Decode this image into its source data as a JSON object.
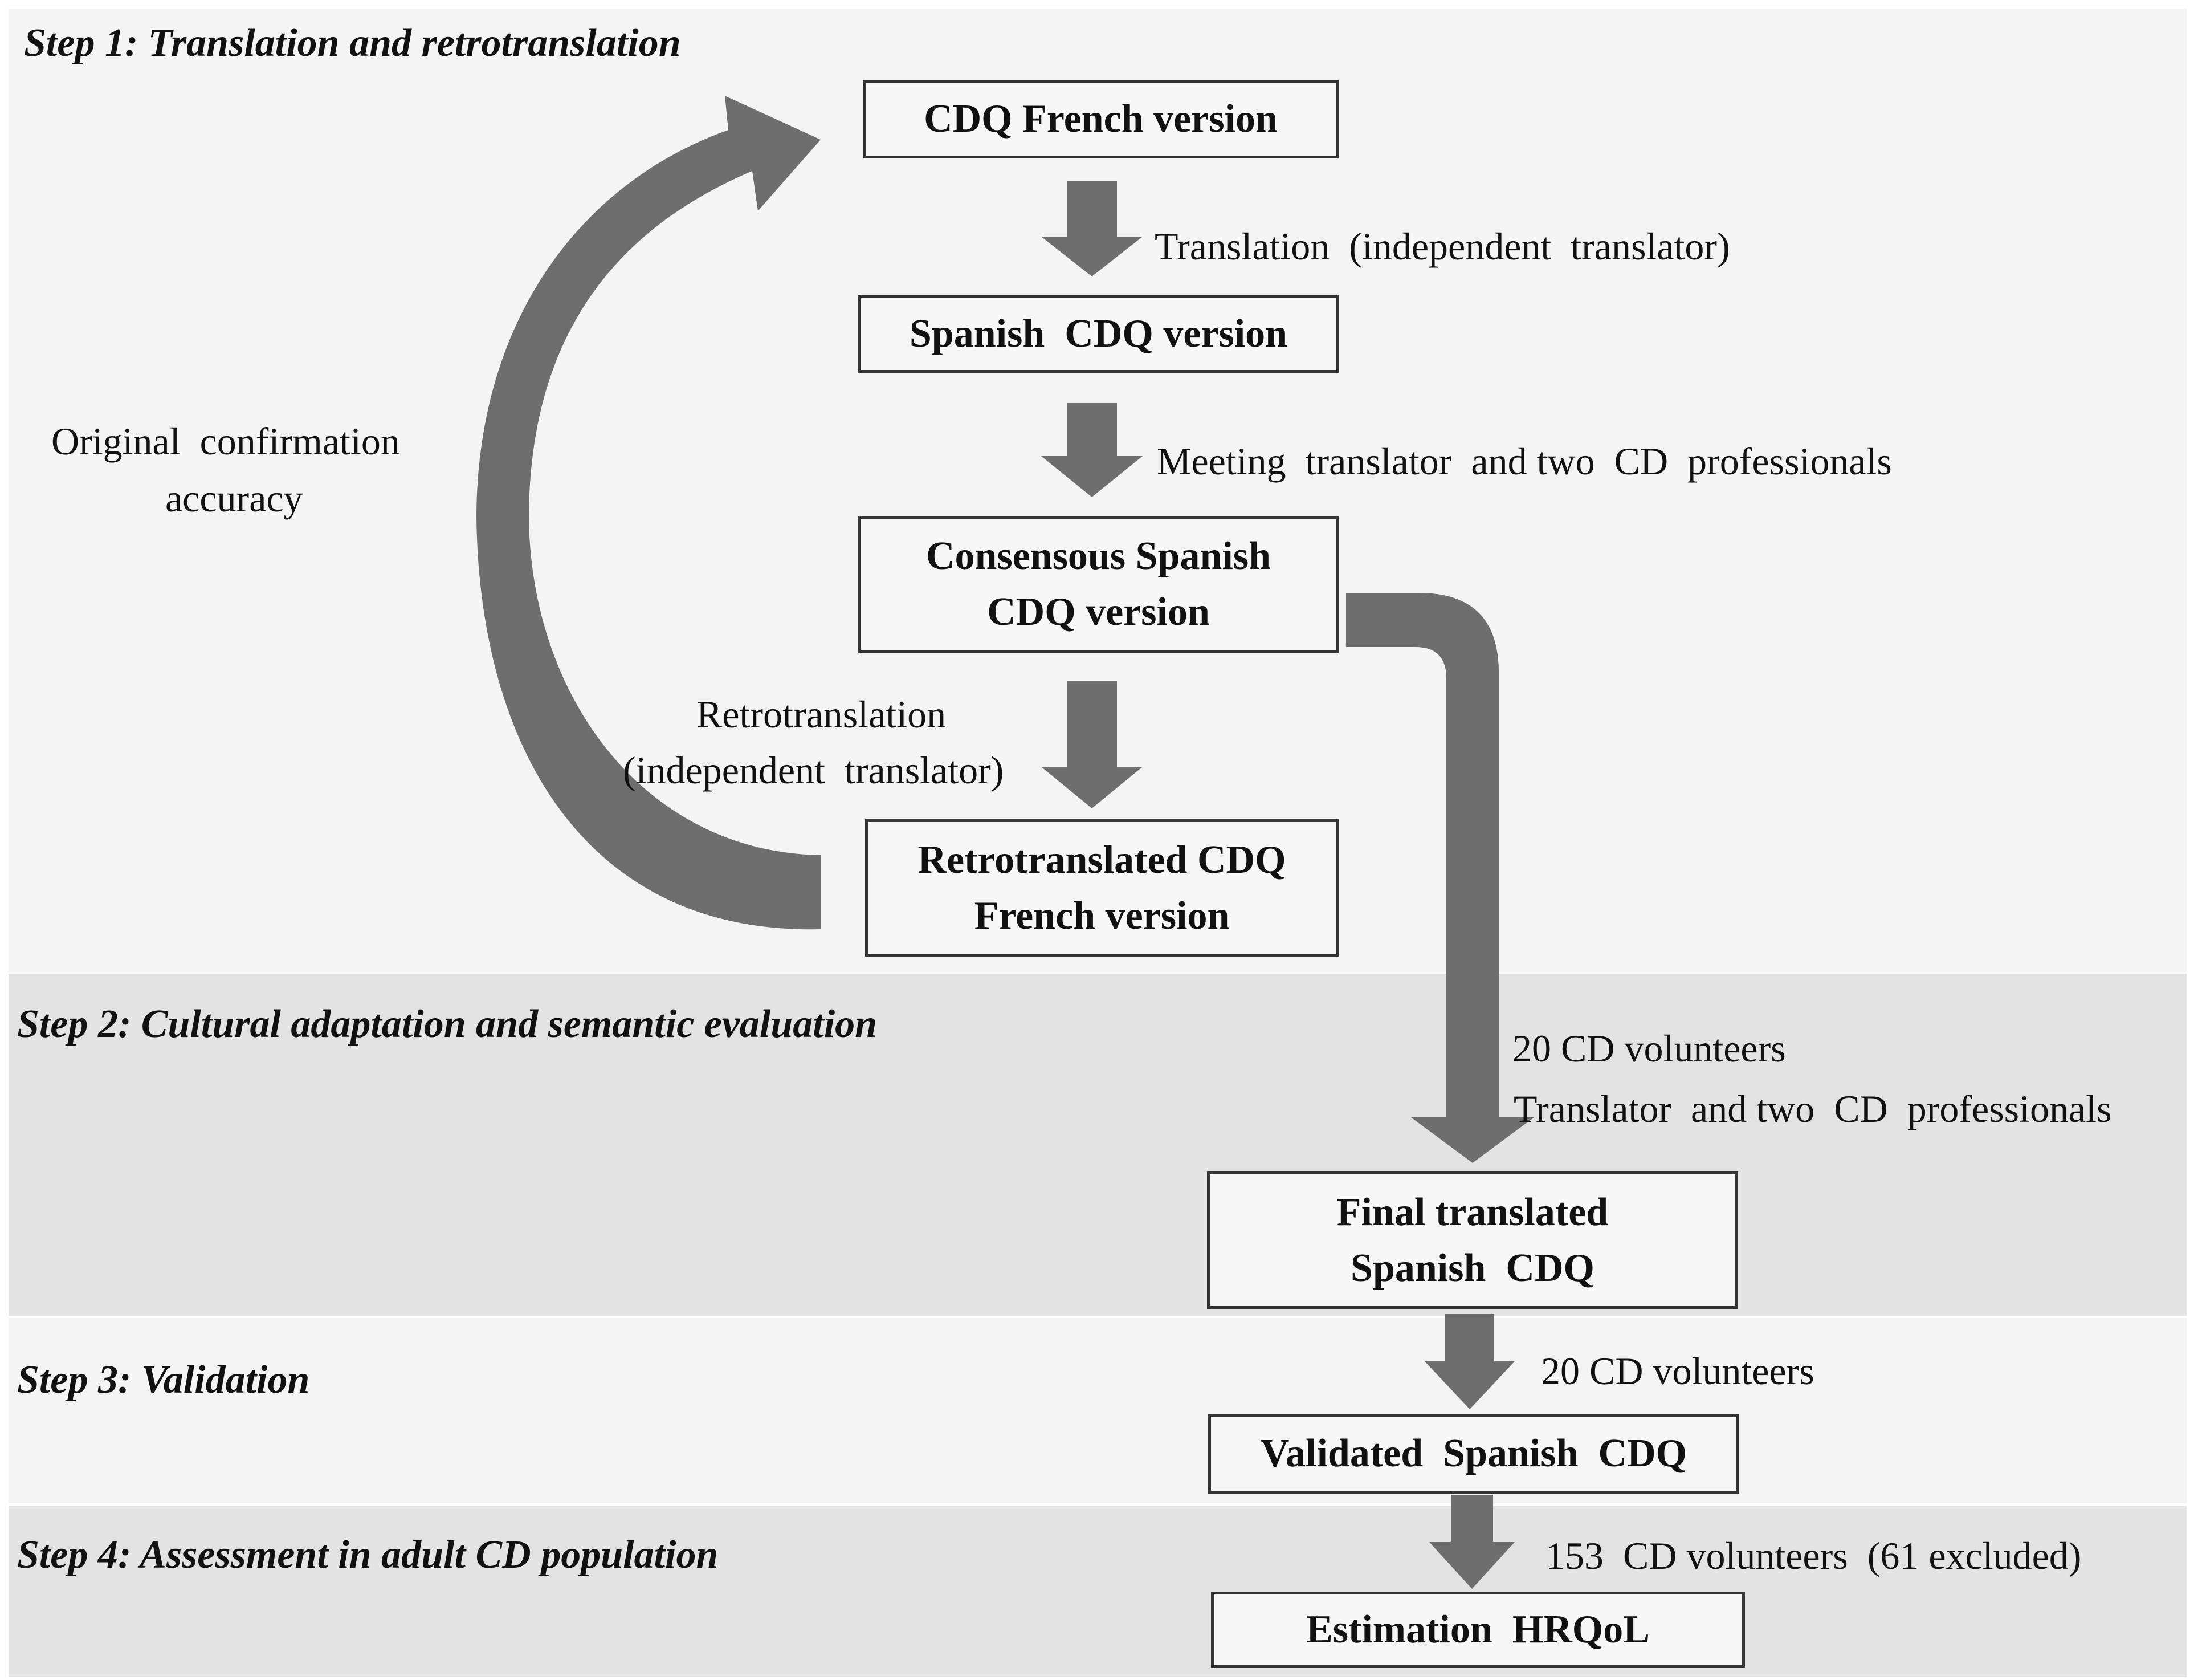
{
  "colors": {
    "band_light": "#f4f4f4",
    "band_dark": "#e3e3e3",
    "arrow": "#6e6e6e",
    "box_border": "#333333"
  },
  "steps": {
    "step1": "Step 1: Translation and retrotranslation",
    "step2": "Step 2: Cultural adaptation and semantic evaluation",
    "step3": "Step 3: Validation",
    "step4": "Step 4: Assessment in adult CD population"
  },
  "boxes": {
    "french": "CDQ French version",
    "spanish": "Spanish  CDQ version",
    "consensus_line1": "Consensous Spanish",
    "consensus_line2": "CDQ version",
    "retro_line1": "Retrotranslated CDQ",
    "retro_line2": "French version",
    "final_line1": "Final translated",
    "final_line2": "Spanish  CDQ",
    "validated": "Validated  Spanish  CDQ",
    "hrqol": "Estimation  HRQoL"
  },
  "labels": {
    "translation": "Translation  (independent  translator)",
    "meeting": "Meeting  translator  and two  CD  professionals",
    "retro_line1": "Retrotranslation",
    "retro_line2": "(independent  translator)",
    "confirmation_line1": "Original  confirmation",
    "confirmation_line2": "accuracy",
    "volunteers20_a": "20 CD volunteers",
    "translator_pros": "Translator  and two  CD  professionals",
    "volunteers20_b": "20 CD volunteers",
    "volunteers153": "153  CD volunteers  (61 excluded)"
  }
}
